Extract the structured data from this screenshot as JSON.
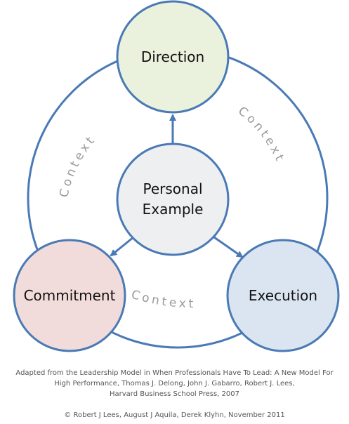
{
  "nodes": {
    "direction": "Direction",
    "commitment": "Commitment",
    "execution": "Execution",
    "center_line1": "Personal",
    "center_line2": "Example"
  },
  "context_label": "Context",
  "colors": {
    "outline": "#4a7ab5",
    "center_fill": "#eeeff1",
    "direction_fill": "#eaf1dd",
    "commitment_fill": "#f2dcdb",
    "execution_fill": "#dbe5f1",
    "context_text": "#9a9a9a"
  },
  "caption": {
    "line1": "Adapted from the Leadership Model in When Professionals Have To Lead: A New Model For",
    "line2": "High Performance, Thomas J. Delong, John J. Gabarro, Robert J. Lees,",
    "line3": "Harvard Business School Press, 2007",
    "copyright": "© Robert J Lees, August J Aquila, Derek Klyhn, November 2011"
  }
}
